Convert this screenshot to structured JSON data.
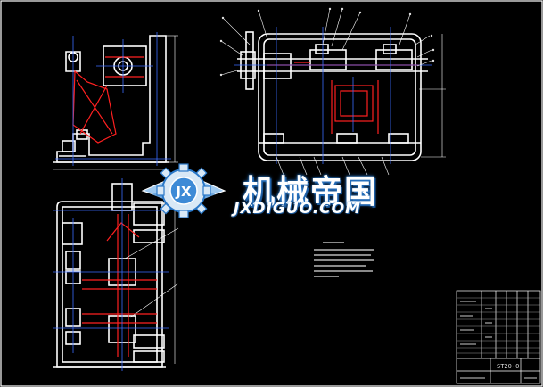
{
  "watermark": {
    "cn_text": "机械帝国",
    "en_text": "JXDIGUO.COM",
    "logo_letters": "JX",
    "glow_color": "#2a78c8"
  },
  "title_block": {
    "code_text": "ST20-0"
  },
  "colors": {
    "background": "#000000",
    "outline": "#ffffff",
    "hidden": "#ff2020",
    "center": "#3a6cff",
    "dimension": "#ffffff",
    "annotation": "#e0e0e0"
  }
}
